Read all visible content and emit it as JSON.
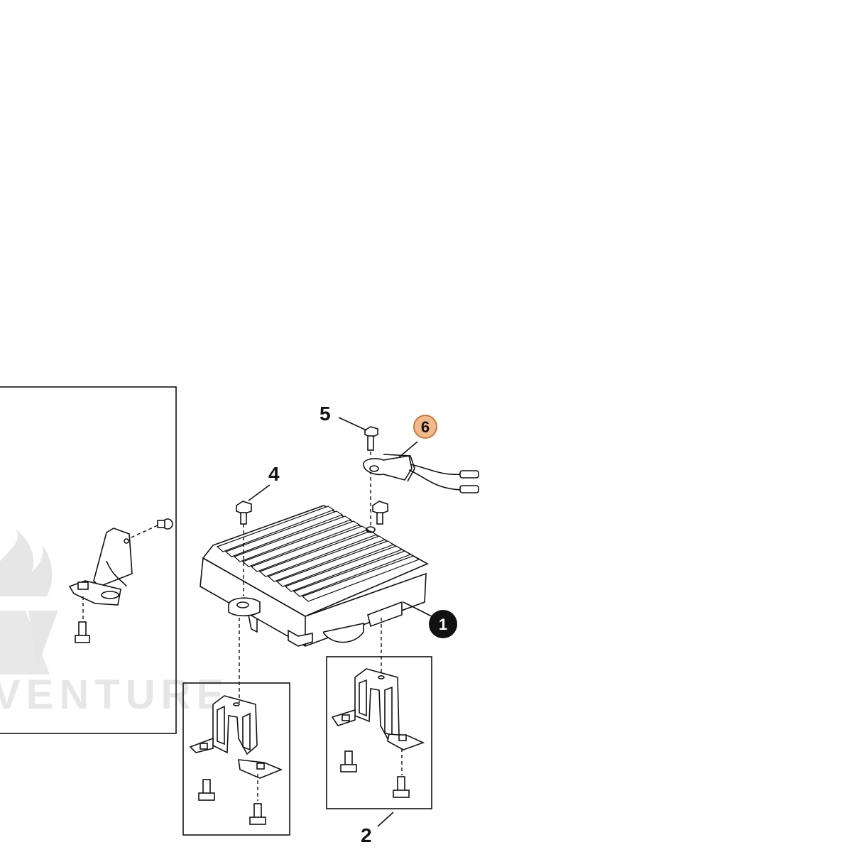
{
  "callouts": {
    "c1": "1",
    "c2": "2",
    "c4": "4",
    "c5": "5",
    "c6": "6"
  },
  "watermark": {
    "text": "VENTURE"
  },
  "colors": {
    "line": "#111111",
    "highlight_fill": "#f2b98a",
    "highlight_stroke": "#c97a3a",
    "watermark": "#e6e6e6",
    "badge_fill": "#111111"
  }
}
